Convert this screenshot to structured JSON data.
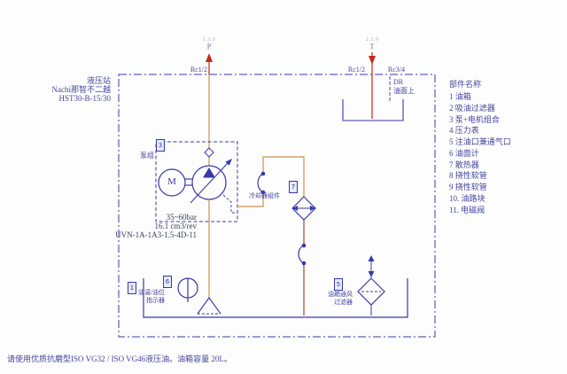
{
  "colors": {
    "line_blue": "#3939a8",
    "text_blue": "#4545a0",
    "pipe_orange": "#c99350",
    "pipe_red": "#c22818",
    "ref_gray": "#b3b3b3"
  },
  "title_block": {
    "station": "液压站",
    "brand": "Nachi那智不二越",
    "model": "HST30-B-15/30"
  },
  "ports": {
    "p": {
      "ref": "2.3.9",
      "name": "P",
      "thread": "Rc1/2"
    },
    "t": {
      "ref": "2.3.9",
      "name": "T",
      "thread": "Rc1/2"
    },
    "dr": {
      "thread": "Rc3/4",
      "label": "DR",
      "note": "油面上"
    }
  },
  "pump_group": {
    "label": "泵组",
    "callout": "3",
    "motor_letter": "M",
    "pressure": "35~60bar",
    "displacement": "16.1 cm3/rev",
    "model": "UVN-1A-1A3-1.5-4D-11"
  },
  "cooler": {
    "label": "冷却器组件",
    "callout": "7"
  },
  "tank": {
    "callout": "1"
  },
  "indicator": {
    "line1": "油温/油位",
    "line2": "指示器",
    "callout": "6"
  },
  "breather": {
    "line1": "油箱通风",
    "line2": "过滤器",
    "callout": "5"
  },
  "parts_list": {
    "title": "部件名称",
    "items": [
      "1 油箱",
      "2 吸油过滤器",
      "3 泵+电机组合",
      "4 压力表",
      "5 注油口兼通气口",
      "6 油面计",
      "7 散热器",
      "8 挠性软管",
      "9 挠性软管",
      "10. 油路块",
      "11. 电磁阀"
    ]
  },
  "footnote": "请使用优质抗磨型ISO VG32 / ISO VG46液压油。油箱容量 20L。"
}
